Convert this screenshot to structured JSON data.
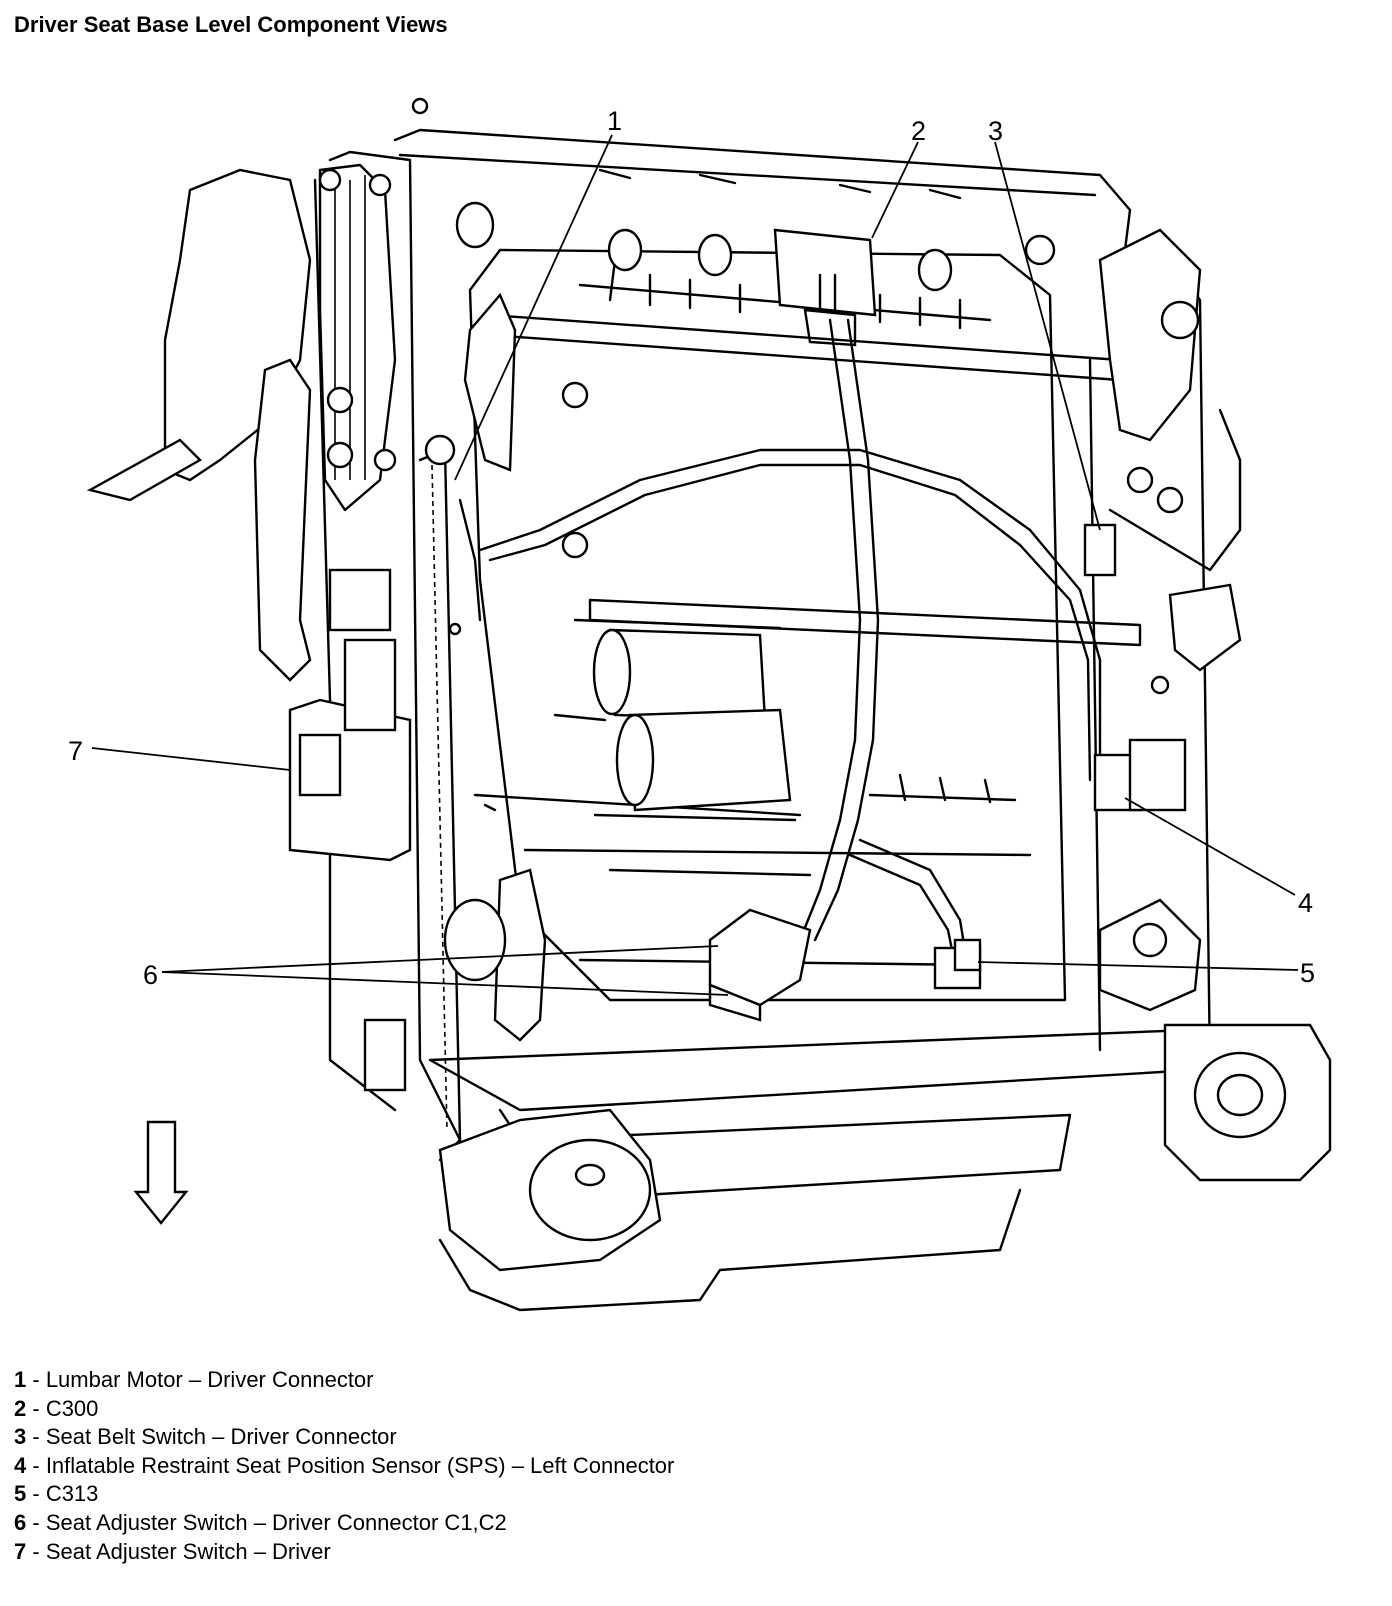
{
  "title": "Driver Seat Base Level Component Views",
  "callouts": [
    "1",
    "2",
    "3",
    "4",
    "5",
    "6",
    "7"
  ],
  "legend": [
    {
      "num": "1",
      "sep": " - ",
      "text": "Lumbar Motor – Driver Connector"
    },
    {
      "num": "2",
      "sep": " - ",
      "text": "C300"
    },
    {
      "num": "3",
      "sep": " - ",
      "text": "Seat Belt Switch – Driver Connector"
    },
    {
      "num": "4",
      "sep": " - ",
      "text": "Inflatable Restraint Seat Position Sensor (SPS) – Left Connector"
    },
    {
      "num": "5",
      "sep": " - ",
      "text": "C313"
    },
    {
      "num": "6",
      "sep": " - ",
      "text": "Seat Adjuster Switch – Driver Connector C1,C2"
    },
    {
      "num": "7",
      "sep": " - ",
      "text": "Seat Adjuster Switch – Driver"
    }
  ],
  "icons": {
    "arrow": "down-arrow-icon"
  }
}
